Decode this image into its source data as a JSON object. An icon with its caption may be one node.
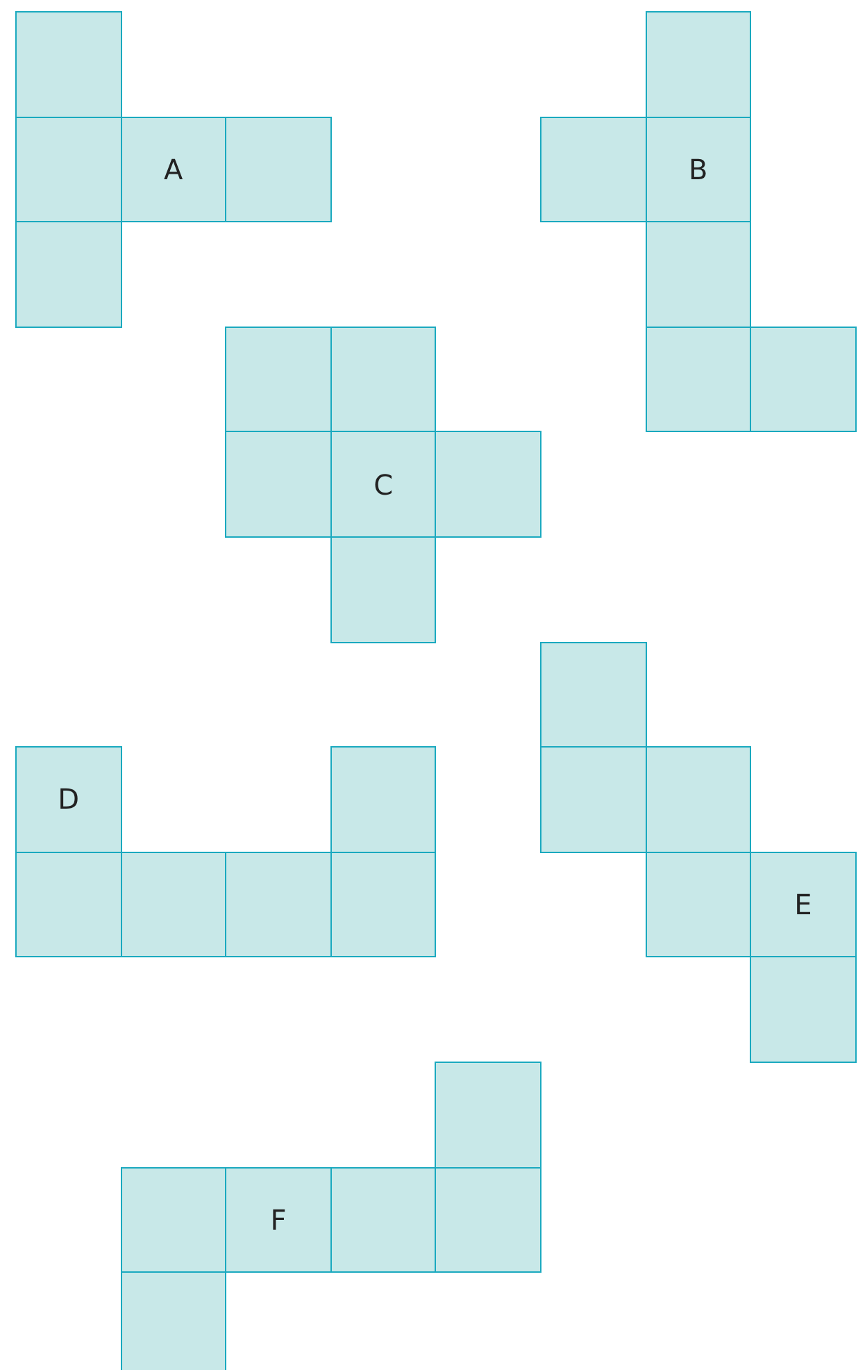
{
  "diagram": {
    "nodes": [
      {
        "text": [],
        "shape": "box"
      },
      {
        "text": [],
        "shape": "box"
      },
      {
        "text": [
          "A"
        ]
      },
      {
        "text": [],
        "shape": "box"
      },
      {
        "text": [],
        "shape": "box"
      },
      {
        "text": [],
        "shape": "box"
      },
      {
        "text": [],
        "shape": "box"
      },
      {
        "text": [
          "B"
        ]
      },
      {
        "text": [],
        "shape": "box"
      },
      {
        "text": [],
        "shape": "box"
      },
      {
        "text": [],
        "shape": "box"
      },
      {
        "text": [],
        "shape": "box"
      },
      {
        "text": [],
        "shape": "box"
      },
      {
        "text": [],
        "shape": "box"
      },
      {
        "text": [
          "C"
        ]
      },
      {
        "text": [],
        "shape": "box"
      },
      {
        "text": [],
        "shape": "box"
      },
      {
        "text": [
          "D"
        ]
      },
      {
        "text": [],
        "shape": "box"
      },
      {
        "text": [],
        "shape": "box"
      },
      {
        "text": [],
        "shape": "box"
      },
      {
        "text": [],
        "shape": "box"
      },
      {
        "text": [],
        "shape": "box"
      },
      {
        "text": [],
        "shape": "box"
      },
      {
        "text": [],
        "shape": "box"
      },
      {
        "text": [],
        "shape": "box"
      },
      {
        "text": [],
        "shape": "box"
      },
      {
        "text": [
          "E"
        ]
      },
      {
        "text": [],
        "shape": "box"
      },
      {
        "text": [],
        "shape": "box"
      },
      {
        "text": [],
        "shape": "box"
      },
      {
        "text": [
          "F"
        ]
      },
      {
        "text": [],
        "shape": "box"
      },
      {
        "text": [],
        "shape": "box"
      },
      {
        "text": [],
        "shape": "box"
      }
    ]
  }
}
